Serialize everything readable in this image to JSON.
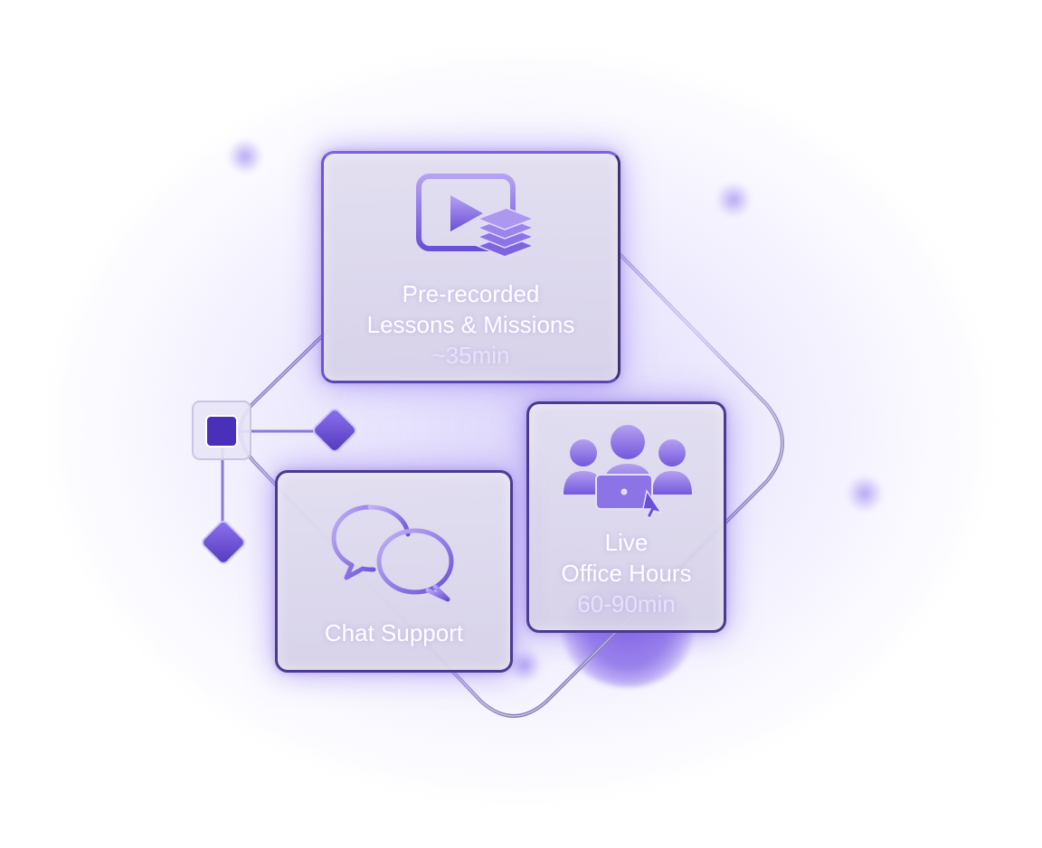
{
  "cards": {
    "lessons": {
      "line1": "Pre-recorded",
      "line2": "Lessons & Missions",
      "duration": "~35min",
      "icon": "video-lessons-icon"
    },
    "office_hours": {
      "line1": "Live",
      "line2": "Office Hours",
      "duration": "60-90min",
      "icon": "group-laptop-icon"
    },
    "chat": {
      "label": "Chat Support",
      "icon": "chat-bubbles-icon"
    }
  },
  "colors": {
    "accent": "#6a4fd8",
    "border_dark": "#3f3470",
    "card_fill": "#dcd8ec",
    "text": "#ffffff"
  }
}
